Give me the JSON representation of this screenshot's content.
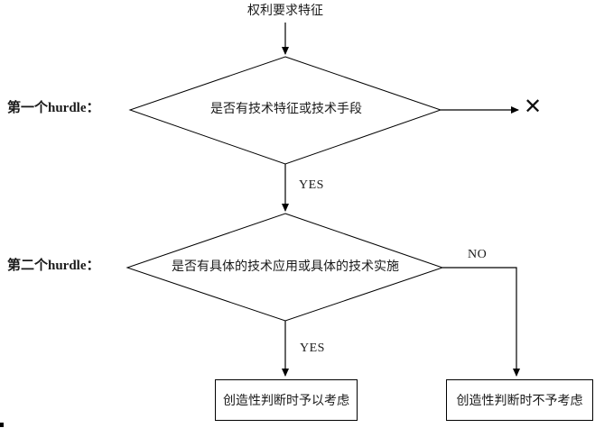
{
  "diagram": {
    "title": "权利要求特征",
    "hurdles": [
      {
        "label": "第一个hurdle：",
        "question": "是否有技术特征或技术手段"
      },
      {
        "label": "第二个hurdle：",
        "question": "是否有具体的技术应用或具体的技术实施"
      }
    ],
    "branches": {
      "yes1": "YES",
      "no1": "NO",
      "yes2": "YES"
    },
    "reject_mark": "✕",
    "outcomes": [
      {
        "text": "创造性判断时予以考虑"
      },
      {
        "text": "创造性判断时不予考虑"
      }
    ],
    "colors": {
      "line": "#000000",
      "background": "#ffffff",
      "text": "#1a1a1a"
    }
  }
}
